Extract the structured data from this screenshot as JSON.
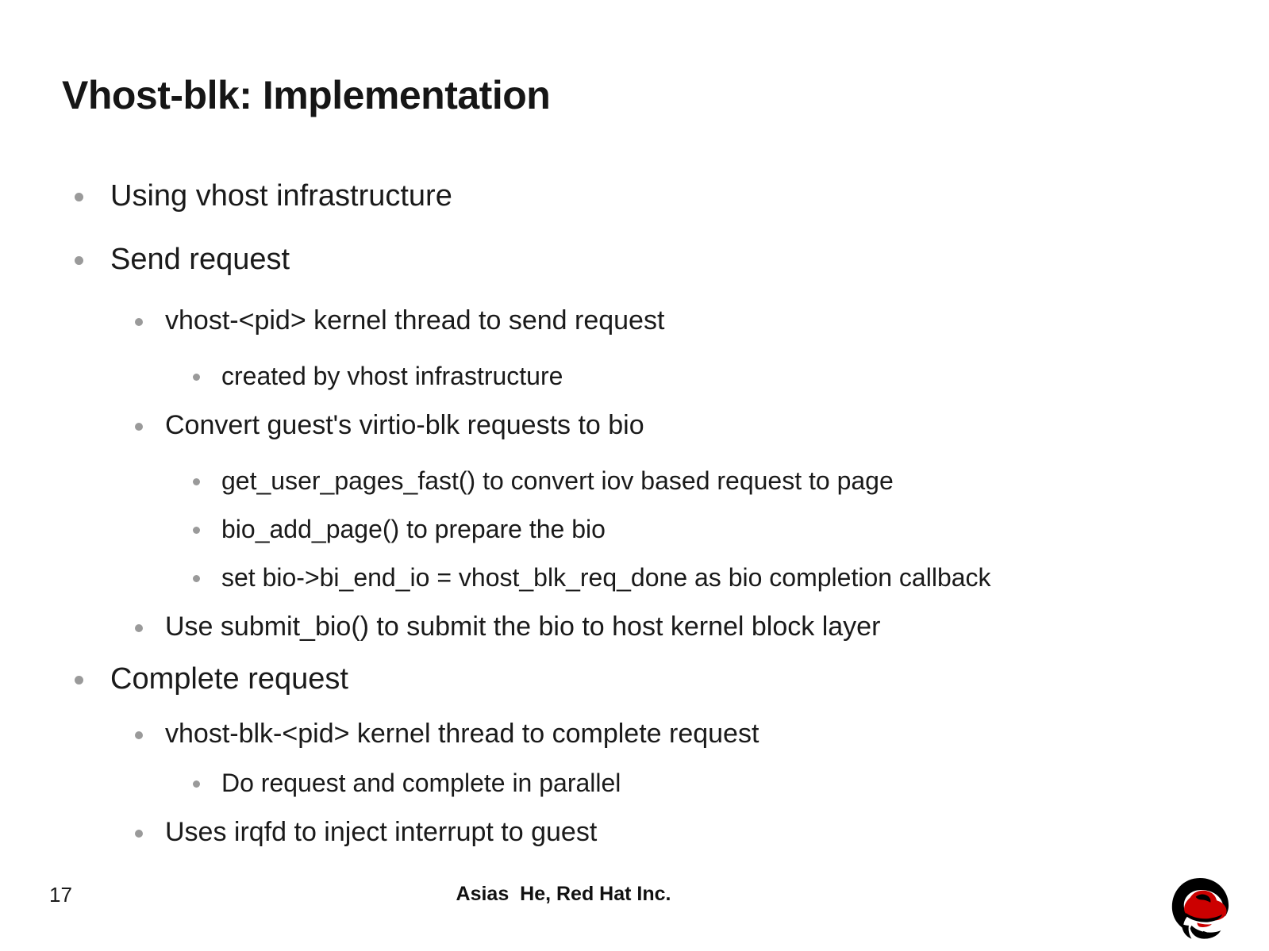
{
  "slide": {
    "title": "Vhost-blk: Implementation",
    "background_color": "#ffffff",
    "text_color": "#1a1a1a",
    "bullet_color": "#9a9a9a"
  },
  "bullets": [
    {
      "level": 1,
      "text": "Using vhost infrastructure"
    },
    {
      "level": 1,
      "text": "Send request"
    },
    {
      "level": 2,
      "text": "vhost-<pid> kernel thread to send request"
    },
    {
      "level": 3,
      "text": "created by vhost infrastructure"
    },
    {
      "level": 2,
      "text": "Convert guest's virtio-blk requests to bio"
    },
    {
      "level": 3,
      "text": "get_user_pages_fast() to convert iov based request to page"
    },
    {
      "level": 3,
      "text": "bio_add_page() to prepare the bio"
    },
    {
      "level": 3,
      "text": "set bio->bi_end_io = vhost_blk_req_done as bio completion callback"
    },
    {
      "level": 2,
      "text": "Use submit_bio() to submit the bio to host kernel block layer"
    },
    {
      "level": 1,
      "text": "Complete request"
    },
    {
      "level": 2,
      "text": "vhost-blk-<pid> kernel thread to complete request"
    },
    {
      "level": 3,
      "text": "Do request and complete in parallel"
    },
    {
      "level": 2,
      "text": "Uses irqfd to inject interrupt to guest"
    }
  ],
  "footer": {
    "page_number": "17",
    "credit": "Asias  He, Red Hat Inc."
  },
  "logo": {
    "name": "red-hat-shadowman-logo",
    "hat_color": "#cc0000",
    "head_color": "#000000"
  }
}
